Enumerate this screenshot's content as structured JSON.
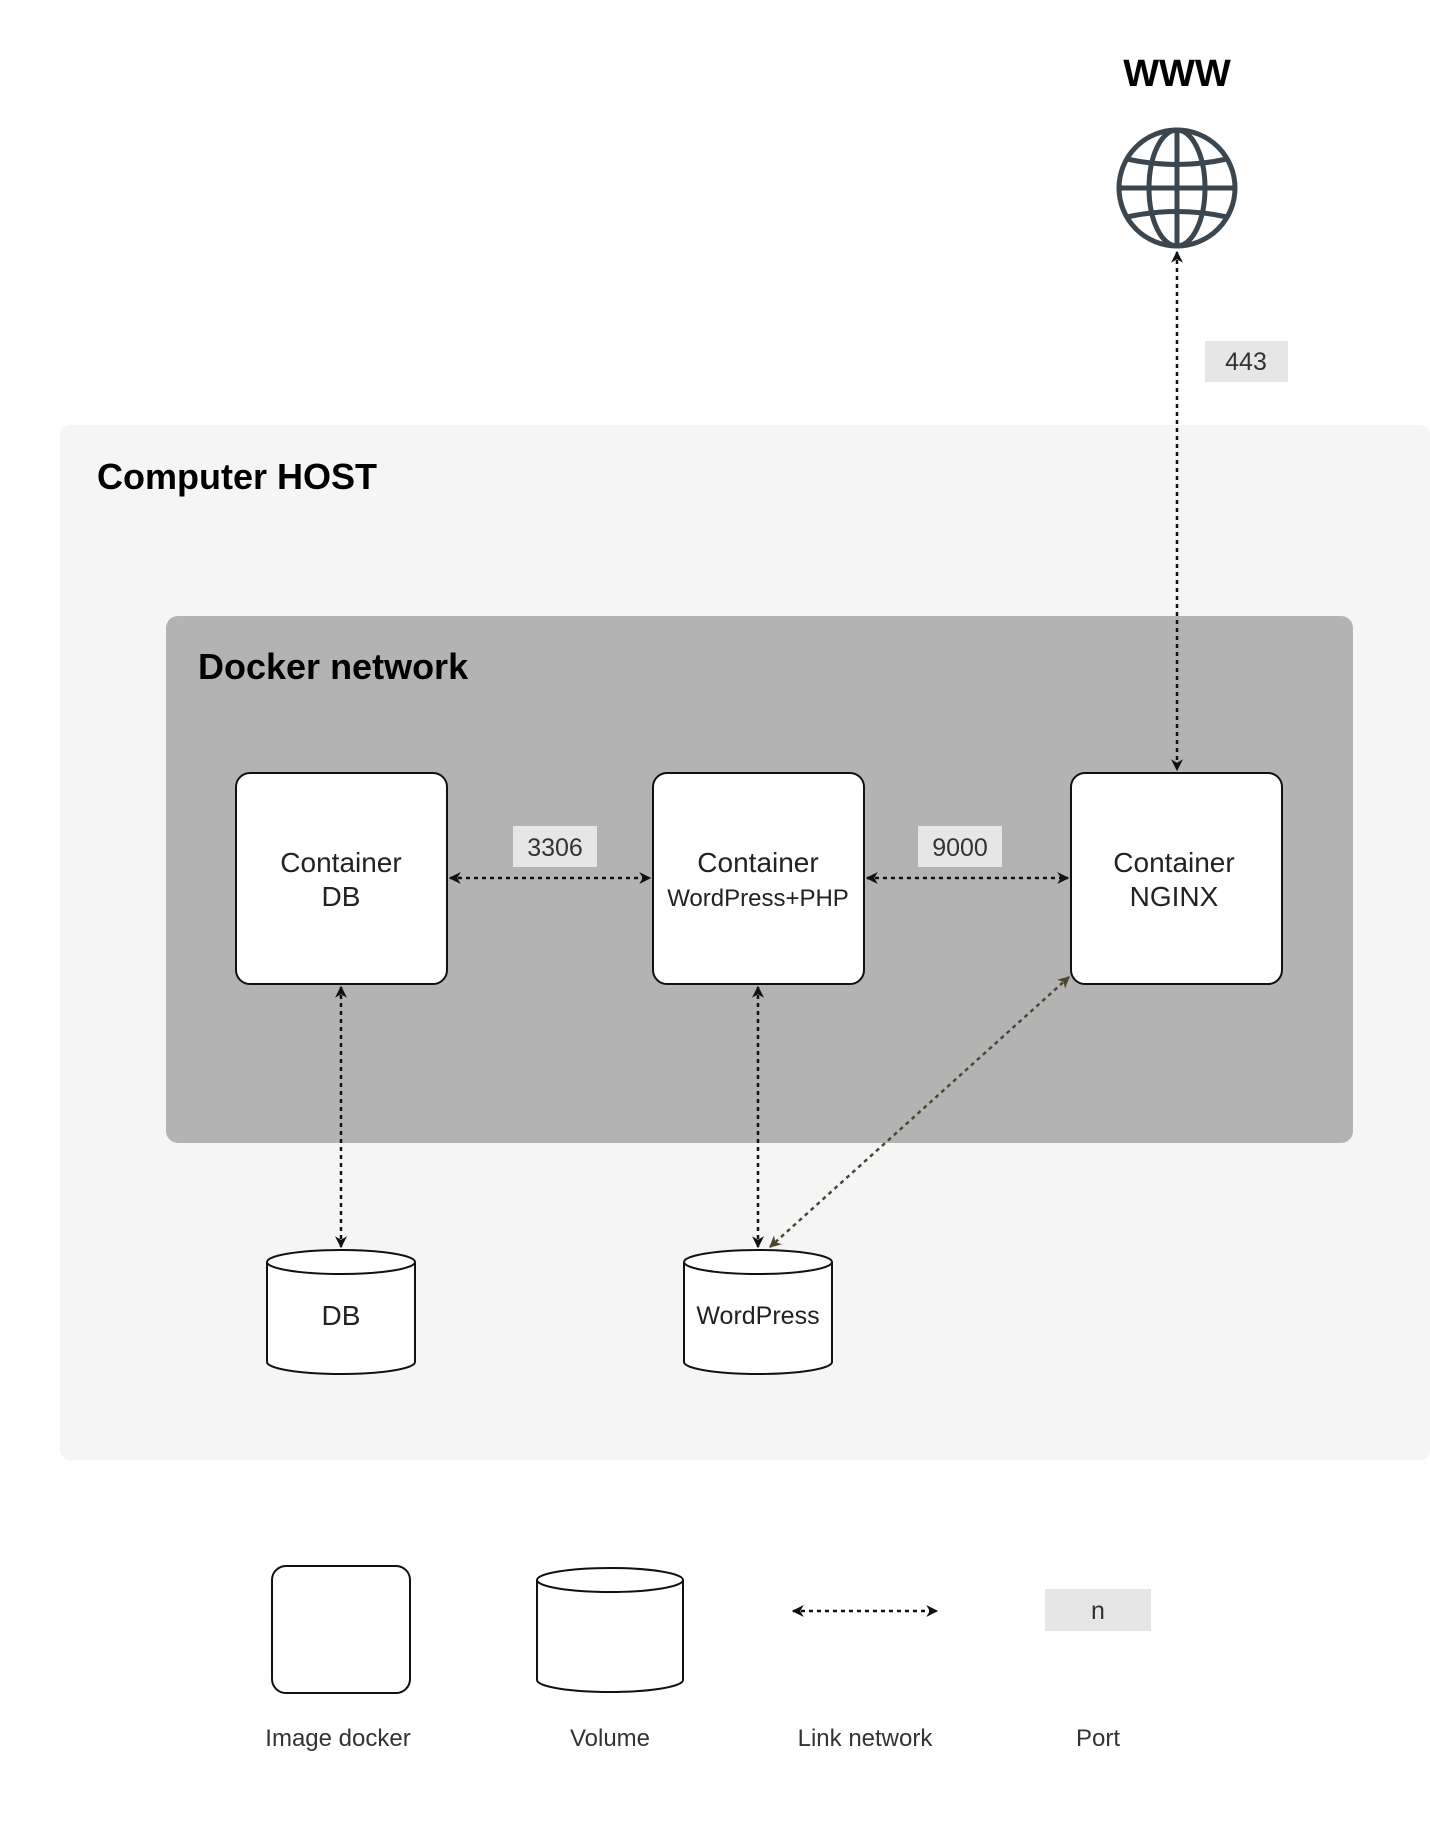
{
  "www": {
    "title": "WWW",
    "icon": "globe-icon"
  },
  "host": {
    "title": "Computer HOST"
  },
  "network": {
    "title": "Docker network"
  },
  "containers": {
    "db": {
      "line1": "Container",
      "line2": "DB"
    },
    "wordpress": {
      "line1": "Container",
      "line2": "WordPress+PHP"
    },
    "nginx": {
      "line1": "Container",
      "line2": "NGINX"
    }
  },
  "volumes": {
    "db": {
      "label": "DB"
    },
    "wordpress": {
      "label": "WordPress"
    }
  },
  "ports": {
    "https": "443",
    "mysql": "3306",
    "php_fpm": "9000"
  },
  "legend": {
    "image": "Image docker",
    "volume": "Volume",
    "link": "Link network",
    "port_sample": "n",
    "port": "Port"
  },
  "colors": {
    "host_bg": "#f5f5f5",
    "network_bg": "#b3b3b3",
    "port_bg": "#e6e6e6",
    "link": "#111111",
    "link_alt": "#4d4530",
    "globe": "#3b464f"
  }
}
